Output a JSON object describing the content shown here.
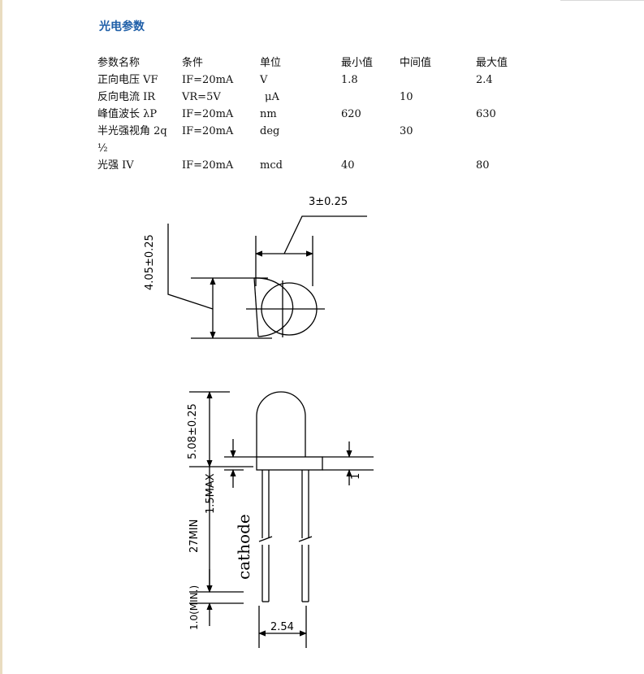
{
  "section_title": "光电参数",
  "table": {
    "headers": [
      "参数名称",
      "条件",
      "单位",
      "最小值",
      "中间值",
      "最大值"
    ],
    "rows": [
      [
        "正向电压 VF",
        "IF=20mA",
        "V",
        "1.8",
        "",
        "2.4"
      ],
      [
        "反向电流 IR",
        "VR=5V",
        "μA",
        "",
        "10",
        ""
      ],
      [
        "峰值波长 λP",
        "IF=20mA",
        "nm",
        "620",
        "",
        "630"
      ],
      [
        "半光强视角 2q",
        "IF=20mA",
        "deg",
        "",
        "30",
        ""
      ],
      [
        "½",
        "",
        "",
        "",
        "",
        ""
      ],
      [
        "光强 IV",
        "IF=20mA",
        "mcd",
        "40",
        "",
        "80"
      ]
    ]
  },
  "drawing": {
    "top_view": {
      "width_dim": "3±0.25",
      "height_dim": "4.05±0.25"
    },
    "side_view": {
      "dome_height": "5.08±0.25",
      "flange": "1.5MAX",
      "lead_length": "27MIN",
      "cathode_label": "cathode",
      "lead_gap": "1.0(MIN.)",
      "pitch": "2.54",
      "flange_thickness": "1"
    }
  }
}
